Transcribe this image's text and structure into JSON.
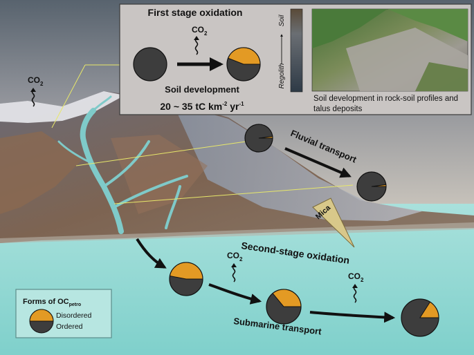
{
  "first_stage": {
    "title": "First stage oxidation",
    "co2": "CO",
    "co2_sub": "2",
    "soil_label": "Soil development",
    "rate_prefix": "20 ~ 35 tC km",
    "rate_exp1": "-2",
    "rate_mid": " yr",
    "rate_exp2": "-1",
    "profile_top": "Soil",
    "profile_bottom": "Regolith",
    "photo_caption_line1": "Soil development in rock-soil profiles and",
    "photo_caption_line2": "talus deposits"
  },
  "atmosphere_co2": {
    "text": "CO",
    "sub": "2"
  },
  "fluvial": {
    "label": "Fluvial transport"
  },
  "mica": {
    "label": "Mica"
  },
  "second_stage": {
    "title": "Second-stage oxidation",
    "co2_a": "CO",
    "co2_a_sub": "2",
    "co2_b": "CO",
    "co2_b_sub": "2"
  },
  "submarine": {
    "label": "Submarine transport"
  },
  "legend": {
    "title": "Forms of OC",
    "title_sub": "petro",
    "disordered": "Disordered",
    "ordered": "Ordered"
  },
  "colors": {
    "disordered": "#e39a24",
    "ordered": "#3d3d3d",
    "stage_title": "#c8282b",
    "river": "#7fcac9",
    "sea": "#9fdcd6"
  },
  "pie_fractions_disordered": {
    "before_soil": 0.0,
    "after_soil": 0.44,
    "fluvial_1": 0.02,
    "fluvial_2": 0.02,
    "submarine_1": 0.47,
    "submarine_2": 0.36,
    "submarine_3": 0.16
  }
}
